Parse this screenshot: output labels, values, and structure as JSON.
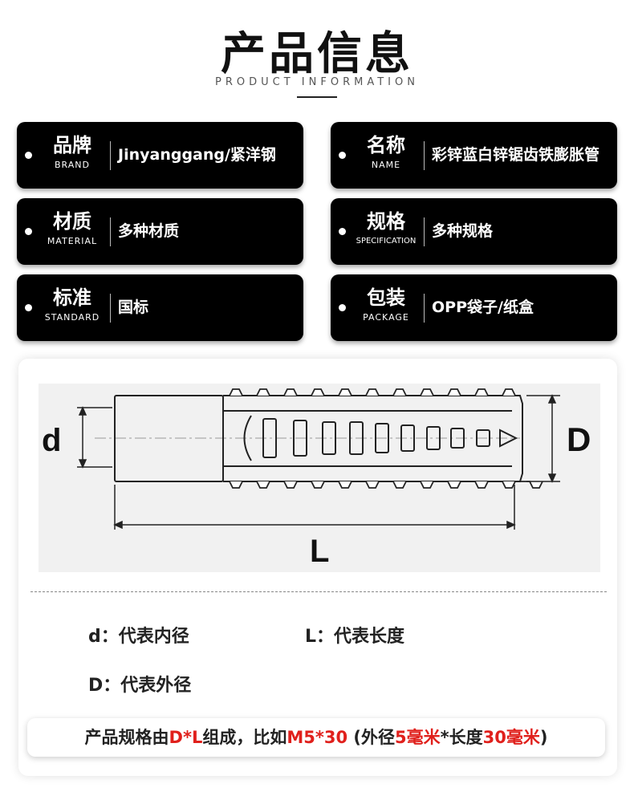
{
  "header": {
    "title": "产品信息",
    "subtitle": "PRODUCT INFORMATION"
  },
  "cards": [
    {
      "cn": "品牌",
      "en": "BRAND",
      "value": "Jinyanggang/紧洋钢"
    },
    {
      "cn": "名称",
      "en": "NAME",
      "value": "彩锌蓝白锌锯齿铁膨胀管"
    },
    {
      "cn": "材质",
      "en": "MATERIAL",
      "value": "多种材质"
    },
    {
      "cn": "规格",
      "en": "SPECIFICATION",
      "value": "多种规格"
    },
    {
      "cn": "标准",
      "en": "STANDARD",
      "value": "国标"
    },
    {
      "cn": "包装",
      "en": "PACKAGE",
      "value": "OPP袋子/纸盒"
    }
  ],
  "diagram": {
    "d_label": "d",
    "D_label": "D",
    "L_label": "L"
  },
  "legend": {
    "d": "d：代表内径",
    "L": "L：代表长度",
    "D": "D：代表外径"
  },
  "note": {
    "p1": "产品规格由",
    "p2": "D*L",
    "p3": "组成，比如",
    "p4": "M5*30",
    "p5": " (外径",
    "p6": "5毫米",
    "p7": "*长度",
    "p8": "30毫米",
    "p9": ")"
  },
  "colors": {
    "accent": "#e0201c",
    "card_bg": "#000000"
  }
}
